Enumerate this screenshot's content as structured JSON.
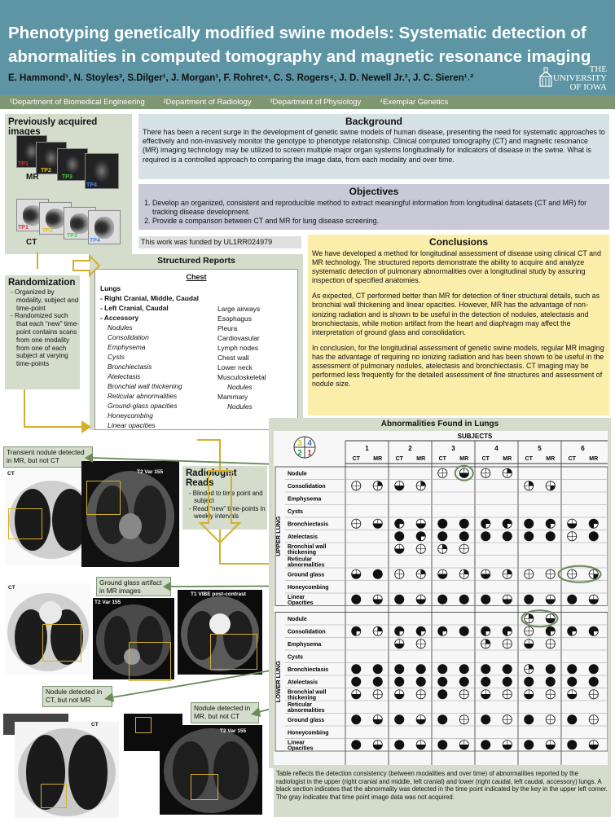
{
  "header": {
    "title": "Phenotyping genetically modified swine models: Systematic detection of abnormalities in computed tomography and magnetic resonance imaging",
    "authors": "E. Hammond¹, N. Stoyles³, S.Dilger¹, J. Morgan¹, F. Rohret⁴, C. S. Rogers⁴, J. D. Newell Jr.², J. C. Sieren¹˒²",
    "logo": {
      "line1": "THE",
      "line2": "UNIVERSITY",
      "line3": "OF IOWA"
    },
    "departments": [
      "¹Department of Biomedical Engineering",
      "²Department of Radiology",
      "³Department of Physiology",
      "⁴Exemplar Genetics"
    ]
  },
  "previous": {
    "title": "Previously acquired images",
    "mr_label": "MR",
    "ct_label": "CT",
    "mr_markers": [
      "TP1",
      "TP2",
      "TP3",
      "TP4"
    ],
    "ct_markers": [
      "TP1",
      "TP2",
      "TP3",
      "TP4"
    ]
  },
  "background": {
    "title": "Background",
    "text": "There has been a recent surge in the development of genetic swine models of human disease, presenting the need for systematic approaches to effectively and non-invasively monitor the genotype to phenotype relationship. Clinical computed tomography (CT) and magnetic resonance (MR) imaging technology may be utilized to screen multiple major organ systems longitudinally for indicators of disease in the swine. What is required is a controlled approach to comparing the image data, from each modality and over time."
  },
  "objectives": {
    "title": "Objectives",
    "items": [
      "Develop an organized, consistent and reproducible method to extract meaningful information from longitudinal datasets (CT and MR) for tracking disease development.",
      "Provide a comparison between CT and MR for lung disease screening."
    ]
  },
  "funded": "This work was funded by UL1RR024979",
  "conclusions": {
    "title": "Conclusions",
    "paragraphs": [
      "We have developed a method for longitudinal assessment of disease using clinical CT and MR technology. The structured reports demonstrate the ability to acquire and analyze systematic detection of pulmonary abnormalities over a longitudinal study by assuring inspection of specified anatomies.",
      "As expected, CT performed better than MR for detection of finer structural details, such as bronchial wall thickening and linear opacities. However, MR has the advantage of non-ionizing radiation and is shown to be useful in the detection of nodules, atelectasis and bronchiectasis, while motion artifact from the heart and diaphragm may affect the interpretation of ground glass and consolidation.",
      "In conclusion, for the longitudinal assessment of genetic swine models, regular MR imaging has the advantage of requiring no ionizing radiation and has been shown to be useful in the assessment of pulmonary nodules, atelectasis and bronchiectasis. CT imaging may be performed less frequently for the detailed assessment of fine structures and assessment of nodule size."
    ]
  },
  "randomization": {
    "title": "Randomization",
    "items": [
      "Organized by modality, subject and time-point",
      "Randomized such that each “new” time-point contains scans from one modality from one of each subject at varying time-points"
    ]
  },
  "structured_reports": {
    "title": "Structured Reports",
    "chest": "Chest",
    "lungs": "Lungs",
    "lung_sections": [
      "- Right Cranial, Middle, Caudal",
      "- Left Cranial, Caudal",
      "- Accessory"
    ],
    "lung_findings": [
      "Nodules",
      "Consolidation",
      "Emphysema",
      "Cysts",
      "Bronchiectasis",
      "Atelectasis",
      "Bronchial wall thickening",
      "Reticular abnormalities",
      "Ground-glass opacities",
      "Honeycombing",
      "Linear opacities"
    ],
    "other": [
      "Large airways",
      "Esophagus",
      "Pleura",
      "Cardiovasular",
      "Lymph nodes",
      "Chest wall",
      "Lower neck",
      "Musculoskeletal",
      "Nodules",
      "Mammary",
      "Nodules"
    ]
  },
  "radiologist": {
    "title": "Radiologist Reads",
    "items": [
      "Blinded to time point and subject",
      "Read “new” time-points in weekly intervals"
    ]
  },
  "callouts": {
    "transient": "Transient nodule detected in MR, but not CT",
    "ground_glass": "Ground glass artifact in MR images",
    "nodule_ct": "Nodule detected in CT, but not MR",
    "nodule_mr": "Nodule detected in MR, but not CT"
  },
  "image_labels": {
    "ct": "CT",
    "t2": "T2 Var 155",
    "t1": "T1 VIBE post-contrast"
  },
  "table": {
    "title": "Abnormalities Found in Lungs",
    "subjects_label": "SUBJECTS",
    "subjects": [
      "1",
      "2",
      "3",
      "4",
      "5",
      "6"
    ],
    "modalities": [
      "CT",
      "MR"
    ],
    "key": [
      "3",
      "4",
      "2",
      "1"
    ],
    "upper_label": "UPPER LUNG",
    "lower_label": "LOWER LUNG",
    "rows": [
      "Nodule",
      "Consolidation",
      "Emphysema",
      "Cysts",
      "Bronchiectasis",
      "Atelectasis",
      "Bronchial wall thickening",
      "Reticular abnormalities",
      "Ground glass",
      "Honeycombing",
      "Linear Opacities"
    ],
    "upper": [
      [
        "",
        "",
        "",
        "",
        "O",
        "A",
        "O",
        "Q",
        "",
        "",
        "",
        ""
      ],
      [
        "O",
        "Q",
        "A",
        "Q",
        "",
        "",
        "",
        "",
        "Q",
        "R",
        "",
        ""
      ],
      [
        "",
        "",
        "",
        "",
        "",
        "",
        "",
        "",
        "",
        "",
        "",
        ""
      ],
      [
        "",
        "",
        "",
        "",
        "",
        "",
        "",
        "",
        "",
        "",
        "",
        ""
      ],
      [
        "O",
        "A",
        "D",
        "A",
        "F",
        "F",
        "D",
        "D",
        "F",
        "D",
        "A",
        "D"
      ],
      [
        "",
        "",
        "F",
        "D",
        "F",
        "F",
        "F",
        "F",
        "F",
        "F",
        "O",
        "F"
      ],
      [
        "",
        "",
        "A",
        "O",
        "Q",
        "O",
        "",
        "",
        "",
        "",
        "",
        ""
      ],
      [
        "",
        "",
        "",
        "",
        "",
        "",
        "",
        "",
        "",
        "",
        "",
        ""
      ],
      [
        "A",
        "F",
        "O",
        "Q",
        "A",
        "Q",
        "A",
        "Q",
        "O",
        "O",
        "O",
        "R"
      ],
      [
        "",
        "",
        "",
        "",
        "",
        "",
        "",
        "",
        "",
        "",
        "",
        ""
      ],
      [
        "F",
        "A",
        "F",
        "A",
        "F",
        "F",
        "F",
        "A",
        "F",
        "A",
        "F",
        "A"
      ]
    ],
    "lower": [
      [
        "",
        "",
        "",
        "",
        "",
        "",
        "",
        "",
        "Q",
        "A",
        "",
        ""
      ],
      [
        "D",
        "Q",
        "D",
        "D",
        "D",
        "F",
        "D",
        "D",
        "O",
        "D",
        "D",
        "D"
      ],
      [
        "",
        "",
        "A",
        "O",
        "",
        "",
        "Q",
        "O",
        "A",
        "O",
        "",
        ""
      ],
      [
        "",
        "",
        "",
        "",
        "",
        "",
        "",
        "",
        "",
        "",
        "",
        ""
      ],
      [
        "F",
        "F",
        "F",
        "F",
        "F",
        "F",
        "F",
        "F",
        "Q",
        "F",
        "F",
        "F"
      ],
      [
        "F",
        "F",
        "F",
        "F",
        "F",
        "F",
        "F",
        "F",
        "F",
        "F",
        "F",
        "F"
      ],
      [
        "A",
        "O",
        "A",
        "O",
        "F",
        "O",
        "A",
        "O",
        "A",
        "O",
        "A",
        "O"
      ],
      [
        "",
        "",
        "",
        "",
        "",
        "",
        "",
        "",
        "",
        "",
        "",
        ""
      ],
      [
        "F",
        "A",
        "F",
        "A",
        "F",
        "O",
        "F",
        "O",
        "F",
        "O",
        "F",
        "O"
      ],
      [
        "",
        "",
        "",
        "",
        "",
        "",
        "",
        "",
        "",
        "",
        "",
        ""
      ],
      [
        "F",
        "A",
        "F",
        "A",
        "F",
        "A",
        "F",
        "A",
        "F",
        "A",
        "F",
        "A"
      ]
    ]
  },
  "caption": "Table reflects the detection consistency (between modalities and over time) of abnormalities reported by the radiologist in the upper (right cranial and middle, left cranial) and lower (right caudal, left caudal, accessory) lungs. A black section indicates that the abnormality was detected in the time point indicated by the key in the upper left corner. The gray indicates that time point image data was not acquired.",
  "colors": {
    "header": "#5d95a5",
    "dept_bar": "#7f9672",
    "panel": "#d4dccb",
    "background_panel": "#d6e2e6",
    "objectives_panel": "#c9c9d8",
    "conclusions_panel": "#fbedaa",
    "arrow_yellow": "#d4b02a",
    "arrow_green": "#6a8a5a"
  }
}
